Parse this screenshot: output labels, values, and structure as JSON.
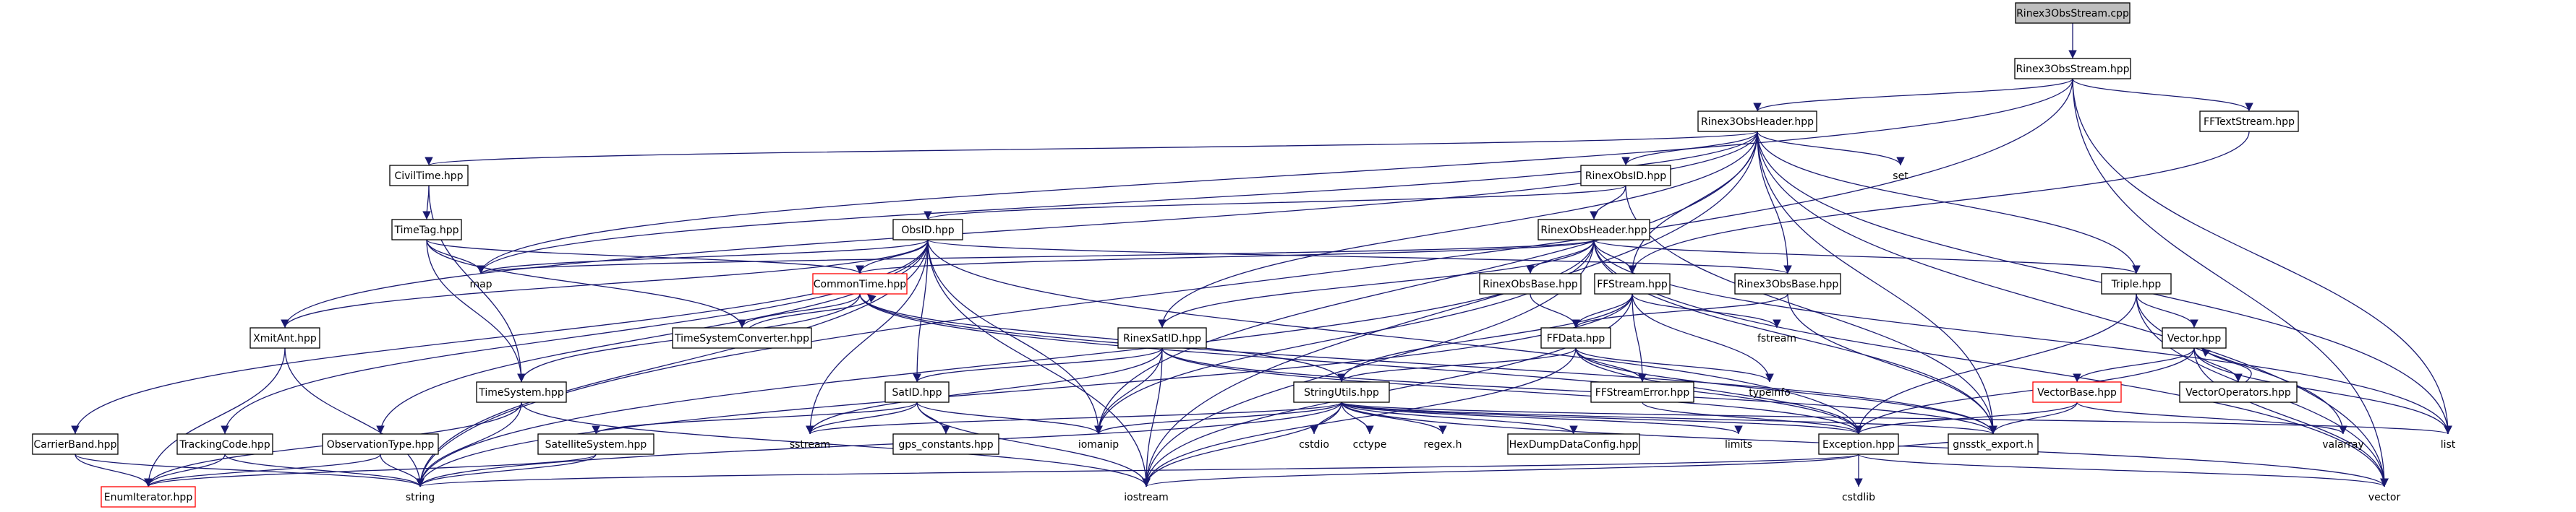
{
  "colors": {
    "edge": "#191970",
    "node_border": "#000000",
    "root_fill": "#bfbfbf",
    "truncated_border": "#ff0000",
    "system_text": "#000000"
  },
  "nodes": [
    {
      "id": "rinex3obsstream_cpp",
      "label": "Rinex3ObsStream.cpp",
      "kind": "root"
    },
    {
      "id": "rinex3obsstream_hpp",
      "label": "Rinex3ObsStream.hpp",
      "kind": "box"
    },
    {
      "id": "rinex3obsheader_hpp",
      "label": "Rinex3ObsHeader.hpp",
      "kind": "box"
    },
    {
      "id": "fftextstream_hpp",
      "label": "FFTextStream.hpp",
      "kind": "box"
    },
    {
      "id": "civiltime_hpp",
      "label": "CivilTime.hpp",
      "kind": "box"
    },
    {
      "id": "rinexobsid_hpp",
      "label": "RinexObsID.hpp",
      "kind": "box"
    },
    {
      "id": "set",
      "label": "set",
      "kind": "system"
    },
    {
      "id": "timetag_hpp",
      "label": "TimeTag.hpp",
      "kind": "box"
    },
    {
      "id": "obsid_hpp",
      "label": "ObsID.hpp",
      "kind": "box"
    },
    {
      "id": "rinexobsheader_hpp",
      "label": "RinexObsHeader.hpp",
      "kind": "box"
    },
    {
      "id": "map",
      "label": "map",
      "kind": "system"
    },
    {
      "id": "commontime_hpp",
      "label": "CommonTime.hpp",
      "kind": "truncated"
    },
    {
      "id": "ffstream_hpp",
      "label": "FFStream.hpp",
      "kind": "box"
    },
    {
      "id": "rinex3obsbase_hpp",
      "label": "Rinex3ObsBase.hpp",
      "kind": "box"
    },
    {
      "id": "triple_hpp",
      "label": "Triple.hpp",
      "kind": "box"
    },
    {
      "id": "rinexobsbase_hpp",
      "label": "RinexObsBase.hpp",
      "kind": "box"
    },
    {
      "id": "xmitant_hpp",
      "label": "XmitAnt.hpp",
      "kind": "box"
    },
    {
      "id": "timesystemconverter_hpp",
      "label": "TimeSystemConverter.hpp",
      "kind": "box"
    },
    {
      "id": "rinexsatid_hpp",
      "label": "RinexSatID.hpp",
      "kind": "box"
    },
    {
      "id": "ffdata_hpp",
      "label": "FFData.hpp",
      "kind": "box"
    },
    {
      "id": "fstream",
      "label": "fstream",
      "kind": "system"
    },
    {
      "id": "vector_hpp",
      "label": "Vector.hpp",
      "kind": "box"
    },
    {
      "id": "timesystem_hpp",
      "label": "TimeSystem.hpp",
      "kind": "box"
    },
    {
      "id": "satid_hpp",
      "label": "SatID.hpp",
      "kind": "box"
    },
    {
      "id": "stringutils_hpp",
      "label": "StringUtils.hpp",
      "kind": "box"
    },
    {
      "id": "ffstreamerror_hpp",
      "label": "FFStreamError.hpp",
      "kind": "box"
    },
    {
      "id": "typeinfo",
      "label": "typeinfo",
      "kind": "system"
    },
    {
      "id": "vectorbase_hpp",
      "label": "VectorBase.hpp",
      "kind": "truncated"
    },
    {
      "id": "vectoroperators_hpp",
      "label": "VectorOperators.hpp",
      "kind": "box"
    },
    {
      "id": "carrierband_hpp",
      "label": "CarrierBand.hpp",
      "kind": "box"
    },
    {
      "id": "trackingcode_hpp",
      "label": "TrackingCode.hpp",
      "kind": "box"
    },
    {
      "id": "observationtype_hpp",
      "label": "ObservationType.hpp",
      "kind": "box"
    },
    {
      "id": "satellitesystem_hpp",
      "label": "SatelliteSystem.hpp",
      "kind": "box"
    },
    {
      "id": "sstream",
      "label": "sstream",
      "kind": "system"
    },
    {
      "id": "gps_constants_hpp",
      "label": "gps_constants.hpp",
      "kind": "box"
    },
    {
      "id": "iomanip",
      "label": "iomanip",
      "kind": "system"
    },
    {
      "id": "cstdio",
      "label": "cstdio",
      "kind": "system"
    },
    {
      "id": "cctype",
      "label": "cctype",
      "kind": "system"
    },
    {
      "id": "regex_h",
      "label": "regex.h",
      "kind": "system"
    },
    {
      "id": "hexdumpdataconfig_hpp",
      "label": "HexDumpDataConfig.hpp",
      "kind": "box"
    },
    {
      "id": "limits",
      "label": "limits",
      "kind": "system"
    },
    {
      "id": "exception_hpp",
      "label": "Exception.hpp",
      "kind": "box"
    },
    {
      "id": "gnsstk_export_h",
      "label": "gnsstk_export.h",
      "kind": "box"
    },
    {
      "id": "valarray",
      "label": "valarray",
      "kind": "system"
    },
    {
      "id": "list",
      "label": "list",
      "kind": "system"
    },
    {
      "id": "enumiterator_hpp",
      "label": "EnumIterator.hpp",
      "kind": "truncated"
    },
    {
      "id": "string",
      "label": "string",
      "kind": "system"
    },
    {
      "id": "iostream",
      "label": "iostream",
      "kind": "system"
    },
    {
      "id": "cstdlib",
      "label": "cstdlib",
      "kind": "system"
    },
    {
      "id": "vector",
      "label": "vector",
      "kind": "system"
    }
  ],
  "edges": [
    [
      "rinex3obsstream_cpp",
      "rinex3obsstream_hpp"
    ],
    [
      "rinex3obsstream_hpp",
      "rinex3obsheader_hpp"
    ],
    [
      "rinex3obsstream_hpp",
      "fftextstream_hpp"
    ],
    [
      "rinex3obsstream_hpp",
      "map"
    ],
    [
      "rinex3obsstream_hpp",
      "string"
    ],
    [
      "rinex3obsstream_hpp",
      "list"
    ],
    [
      "rinex3obsstream_hpp",
      "vector"
    ],
    [
      "fftextstream_hpp",
      "ffstream_hpp"
    ],
    [
      "rinex3obsheader_hpp",
      "civiltime_hpp"
    ],
    [
      "rinex3obsheader_hpp",
      "rinexobsid_hpp"
    ],
    [
      "rinex3obsheader_hpp",
      "set"
    ],
    [
      "rinex3obsheader_hpp",
      "map"
    ],
    [
      "rinex3obsheader_hpp",
      "xmitant_hpp"
    ],
    [
      "rinex3obsheader_hpp",
      "ffstream_hpp"
    ],
    [
      "rinex3obsheader_hpp",
      "rinex3obsbase_hpp"
    ],
    [
      "rinex3obsheader_hpp",
      "triple_hpp"
    ],
    [
      "rinex3obsheader_hpp",
      "rinexsatid_hpp"
    ],
    [
      "rinex3obsheader_hpp",
      "iomanip"
    ],
    [
      "rinex3obsheader_hpp",
      "gnsstk_export_h"
    ],
    [
      "rinex3obsheader_hpp",
      "list"
    ],
    [
      "rinex3obsheader_hpp",
      "vector"
    ],
    [
      "rinex3obsheader_hpp",
      "iostream"
    ],
    [
      "civiltime_hpp",
      "timetag_hpp"
    ],
    [
      "civiltime_hpp",
      "timesystem_hpp"
    ],
    [
      "timetag_hpp",
      "map"
    ],
    [
      "timetag_hpp",
      "commontime_hpp"
    ],
    [
      "timetag_hpp",
      "timesystemconverter_hpp"
    ],
    [
      "timetag_hpp",
      "timesystem_hpp"
    ],
    [
      "rinexobsid_hpp",
      "obsid_hpp"
    ],
    [
      "rinexobsid_hpp",
      "rinexobsheader_hpp"
    ],
    [
      "rinexobsid_hpp",
      "gnsstk_export_h"
    ],
    [
      "obsid_hpp",
      "map"
    ],
    [
      "obsid_hpp",
      "commontime_hpp"
    ],
    [
      "obsid_hpp",
      "xmitant_hpp"
    ],
    [
      "obsid_hpp",
      "satid_hpp"
    ],
    [
      "obsid_hpp",
      "carrierband_hpp"
    ],
    [
      "obsid_hpp",
      "trackingcode_hpp"
    ],
    [
      "obsid_hpp",
      "observationtype_hpp"
    ],
    [
      "obsid_hpp",
      "sstream"
    ],
    [
      "obsid_hpp",
      "iomanip"
    ],
    [
      "obsid_hpp",
      "iostream"
    ],
    [
      "obsid_hpp",
      "string"
    ],
    [
      "obsid_hpp",
      "exception_hpp"
    ],
    [
      "obsid_hpp",
      "rinex3obsbase_hpp"
    ],
    [
      "rinexobsheader_hpp",
      "map"
    ],
    [
      "rinexobsheader_hpp",
      "commontime_hpp"
    ],
    [
      "rinexobsheader_hpp",
      "ffstream_hpp"
    ],
    [
      "rinexobsheader_hpp",
      "rinexobsbase_hpp"
    ],
    [
      "rinexobsheader_hpp",
      "triple_hpp"
    ],
    [
      "rinexobsheader_hpp",
      "rinexsatid_hpp"
    ],
    [
      "rinexobsheader_hpp",
      "iomanip"
    ],
    [
      "rinexobsheader_hpp",
      "gnsstk_export_h"
    ],
    [
      "rinexobsheader_hpp",
      "list"
    ],
    [
      "rinexobsheader_hpp",
      "vector"
    ],
    [
      "rinexobsheader_hpp",
      "string"
    ],
    [
      "rinexobsheader_hpp",
      "iostream"
    ],
    [
      "commontime_hpp",
      "timesystemconverter_hpp"
    ],
    [
      "commontime_hpp",
      "timesystem_hpp"
    ],
    [
      "commontime_hpp",
      "exception_hpp"
    ],
    [
      "commontime_hpp",
      "stringutils_hpp"
    ],
    [
      "commontime_hpp",
      "gnsstk_export_h"
    ],
    [
      "timesystemconverter_hpp",
      "commontime_hpp"
    ],
    [
      "ffstream_hpp",
      "ffdata_hpp"
    ],
    [
      "ffstream_hpp",
      "ffstreamerror_hpp"
    ],
    [
      "ffstream_hpp",
      "fstream"
    ],
    [
      "ffstream_hpp",
      "typeinfo"
    ],
    [
      "ffstream_hpp",
      "stringutils_hpp"
    ],
    [
      "ffstream_hpp",
      "string"
    ],
    [
      "ffstream_hpp",
      "iostream"
    ],
    [
      "rinexobsbase_hpp",
      "ffdata_hpp"
    ],
    [
      "rinex3obsbase_hpp",
      "ffdata_hpp"
    ],
    [
      "rinex3obsbase_hpp",
      "gnsstk_export_h"
    ],
    [
      "ffdata_hpp",
      "ffstreamerror_hpp"
    ],
    [
      "ffdata_hpp",
      "typeinfo"
    ],
    [
      "ffdata_hpp",
      "stringutils_hpp"
    ],
    [
      "ffdata_hpp",
      "exception_hpp"
    ],
    [
      "ffdata_hpp",
      "gnsstk_export_h"
    ],
    [
      "ffdata_hpp",
      "iostream"
    ],
    [
      "ffstreamerror_hpp",
      "exception_hpp"
    ],
    [
      "triple_hpp",
      "vector_hpp"
    ],
    [
      "triple_hpp",
      "exception_hpp"
    ],
    [
      "triple_hpp",
      "valarray"
    ],
    [
      "triple_hpp",
      "vector"
    ],
    [
      "vector_hpp",
      "vectorbase_hpp"
    ],
    [
      "vector_hpp",
      "vectoroperators_hpp"
    ],
    [
      "vector_hpp",
      "vector"
    ],
    [
      "vector_hpp",
      "list"
    ],
    [
      "vector_hpp",
      "exception_hpp"
    ],
    [
      "vectoroperators_hpp",
      "vector_hpp"
    ],
    [
      "vectorbase_hpp",
      "valarray"
    ],
    [
      "vectorbase_hpp",
      "exception_hpp"
    ],
    [
      "vectorbase_hpp",
      "gnsstk_export_h"
    ],
    [
      "rinexsatid_hpp",
      "satid_hpp"
    ],
    [
      "rinexsatid_hpp",
      "exception_hpp"
    ],
    [
      "rinexsatid_hpp",
      "iomanip"
    ],
    [
      "rinexsatid_hpp",
      "sstream"
    ],
    [
      "rinexsatid_hpp",
      "iostream"
    ],
    [
      "rinexsatid_hpp",
      "gnsstk_export_h"
    ],
    [
      "satid_hpp",
      "satellitesystem_hpp"
    ],
    [
      "satid_hpp",
      "gps_constants_hpp"
    ],
    [
      "satid_hpp",
      "iomanip"
    ],
    [
      "satid_hpp",
      "sstream"
    ],
    [
      "satid_hpp",
      "iostream"
    ],
    [
      "stringutils_hpp",
      "hexdumpdataconfig_hpp"
    ],
    [
      "stringutils_hpp",
      "exception_hpp"
    ],
    [
      "stringutils_hpp",
      "cstdio"
    ],
    [
      "stringutils_hpp",
      "cctype"
    ],
    [
      "stringutils_hpp",
      "regex_h"
    ],
    [
      "stringutils_hpp",
      "limits"
    ],
    [
      "stringutils_hpp",
      "sstream"
    ],
    [
      "stringutils_hpp",
      "iomanip"
    ],
    [
      "stringutils_hpp",
      "list"
    ],
    [
      "stringutils_hpp",
      "vector"
    ],
    [
      "stringutils_hpp",
      "iostream"
    ],
    [
      "stringutils_hpp",
      "string"
    ],
    [
      "stringutils_hpp",
      "gnsstk_export_h"
    ],
    [
      "xmitant_hpp",
      "enumiterator_hpp"
    ],
    [
      "xmitant_hpp",
      "string"
    ],
    [
      "timesystem_hpp",
      "enumiterator_hpp"
    ],
    [
      "timesystem_hpp",
      "string"
    ],
    [
      "timesystem_hpp",
      "iostream"
    ],
    [
      "carrierband_hpp",
      "enumiterator_hpp"
    ],
    [
      "carrierband_hpp",
      "string"
    ],
    [
      "trackingcode_hpp",
      "enumiterator_hpp"
    ],
    [
      "trackingcode_hpp",
      "string"
    ],
    [
      "observationtype_hpp",
      "enumiterator_hpp"
    ],
    [
      "observationtype_hpp",
      "string"
    ],
    [
      "satellitesystem_hpp",
      "enumiterator_hpp"
    ],
    [
      "satellitesystem_hpp",
      "string"
    ],
    [
      "exception_hpp",
      "cstdlib"
    ],
    [
      "exception_hpp",
      "string"
    ],
    [
      "exception_hpp",
      "iostream"
    ],
    [
      "exception_hpp",
      "vector"
    ],
    [
      "exception_hpp",
      "gnsstk_export_h"
    ]
  ]
}
